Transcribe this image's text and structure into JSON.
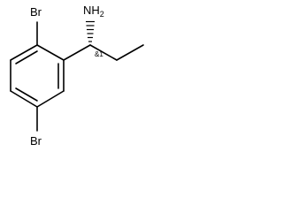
{
  "molecule": {
    "atoms": {
      "br_top": "Br",
      "br_bottom": "Br",
      "amine": "NH2",
      "stereo_flag": "&1"
    }
  }
}
